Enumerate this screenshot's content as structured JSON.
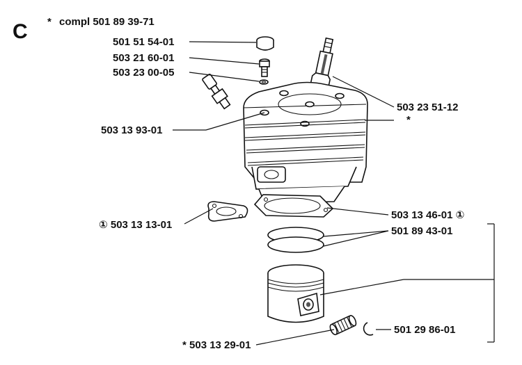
{
  "section_letter": "C",
  "header": {
    "asterisk": "*",
    "text": "compl 501 89 39-71"
  },
  "labels": {
    "p_501515401": "501 51 54-01",
    "p_503216001": "503 21 60-01",
    "p_503230005": "503 23 00-05",
    "p_503139301": "503 13 93-01",
    "p_503235112": "503 23 51-12",
    "cylinder_asterisk": "*",
    "p_503131301": "① 503 13 13-01",
    "p_503134601": "503 13 46-01 ①",
    "p_501894301": "501 89 43-01",
    "p_501298601": "501 29 86-01",
    "p_503132901": "* 503 13 29-01"
  }
}
